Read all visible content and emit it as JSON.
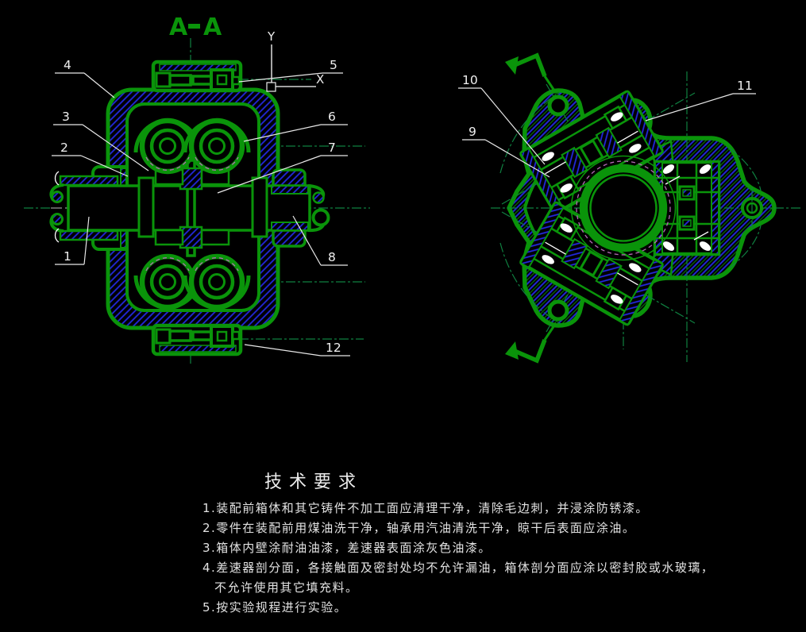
{
  "section_marker": {
    "left": "A",
    "right": "A"
  },
  "ucs": {
    "y": "Y",
    "x": "X"
  },
  "callouts": {
    "c1": "1",
    "c2": "2",
    "c3": "3",
    "c4": "4",
    "c5": "5",
    "c6": "6",
    "c7": "7",
    "c8": "8",
    "c9": "9",
    "c10": "10",
    "c11": "11",
    "c12": "12"
  },
  "tech": {
    "title": "技术要求",
    "lines": [
      "1.装配前箱体和其它铸件不加工面应清理干净，清除毛边刺，并浸涂防锈漆。",
      "2.零件在装配前用煤油洗干净，轴承用汽油清洗干净，晾干后表面应涂油。",
      "3.箱体内壁涂耐油油漆，差速器表面涂灰色油漆。",
      "4.差速器剖分面，各接触面及密封处均不允许漏油，箱体剖分面应涂以密封胶或水玻璃，",
      "不允许使用其它填充料。",
      "5.按实验规程进行实验。"
    ]
  },
  "colors": {
    "background": "#000000",
    "line_green": "#0A940A",
    "centerline_green": "#0F8040",
    "hatch_blue": "#2328DC",
    "pitch_magenta": "#B469B4",
    "annotation_white": "#F0F0F0"
  }
}
